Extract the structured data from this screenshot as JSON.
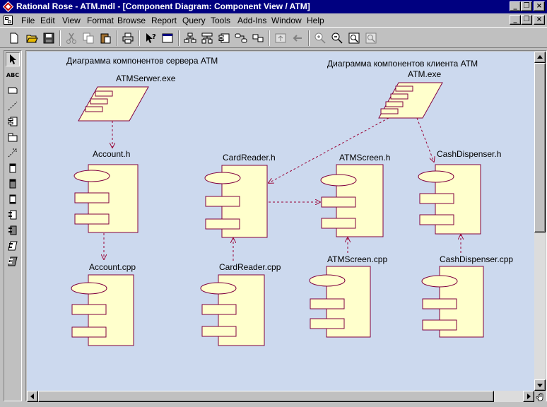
{
  "window": {
    "title": "Rational Rose - ATM.mdl - [Component Diagram: Component View / ATM]"
  },
  "menu": [
    {
      "label": "File"
    },
    {
      "label": "Edit"
    },
    {
      "label": "View"
    },
    {
      "label": "Format"
    },
    {
      "label": "Browse"
    },
    {
      "label": "Report"
    },
    {
      "label": "Query"
    },
    {
      "label": "Tools"
    },
    {
      "label": "Add-Ins"
    },
    {
      "label": "Window"
    },
    {
      "label": "Help"
    }
  ],
  "palette": {
    "text_tool_label": "ABC"
  },
  "diagram": {
    "server_title": "Диаграмма компонентов сервера ATM",
    "client_title": "Диаграмма компонентов клиента ATM",
    "components": {
      "atmserwer_exe": "ATMSerwer.exe",
      "atm_exe": "ATM.exe",
      "account_h": "Account.h",
      "cardreader_h": "CardReader.h",
      "atmscreen_h": "ATMScreen.h",
      "cashdispenser_h": "CashDispenser.h",
      "account_cpp": "Account.cpp",
      "cardreader_cpp": "CardReader.cpp",
      "atmscreen_cpp": "ATMScreen.cpp",
      "cashdispenser_cpp": "CashDispenser.cpp"
    }
  },
  "colors": {
    "canvas_bg": "#ccd9ee",
    "component_fill": "#ffffcc",
    "component_stroke": "#800040",
    "dependency_line": "#990033",
    "titlebar": "#000080"
  }
}
